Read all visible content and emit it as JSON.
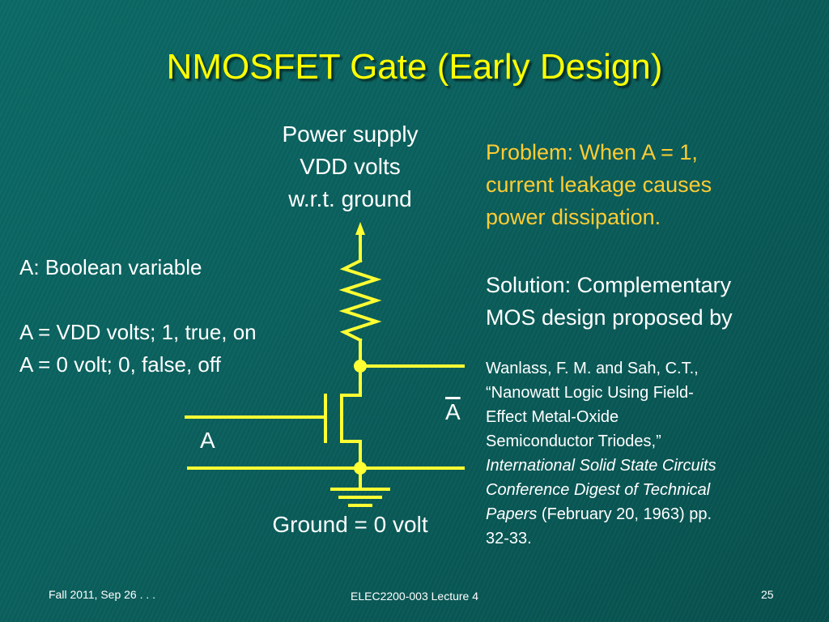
{
  "title": "NMOSFET Gate (Early Design)",
  "power_supply": {
    "line1": "Power supply",
    "line2": "VDD volts",
    "line3": "w.r.t. ground"
  },
  "boolean": {
    "line1": "A: Boolean variable",
    "line2": "A = VDD volts; 1, true, on",
    "line3": "A = 0 volt; 0, false, off"
  },
  "problem": {
    "line1": "Problem: When A = 1,",
    "line2": "current leakage causes",
    "line3": "power dissipation."
  },
  "solution": {
    "line1": "Solution: Complementary",
    "line2": "MOS design proposed by"
  },
  "citation": {
    "line1": "Wanlass, F. M. and Sah, C.T.,",
    "line2": "“Nanowatt Logic Using Field-",
    "line3": "Effect Metal-Oxide",
    "line4": "Semiconductor Triodes,”",
    "line5": "International Solid State Circuits",
    "line6": "Conference Digest of Technical",
    "line7_italic": "Papers",
    "line7_rest": " (February 20, 1963) pp.",
    "line8": "32-33."
  },
  "circuit": {
    "input_label": "A",
    "output_label": "A",
    "ground_label": "Ground = 0 volt",
    "wire_color": "#ffff33"
  },
  "footer": {
    "left": "Fall 2011, Sep 26 . . .",
    "center": "ELEC2200-003 Lecture 4",
    "right": "25"
  },
  "colors": {
    "background": "#0a5f5c",
    "title": "#ffff00",
    "problem_text": "#ffcc33",
    "body_text": "#ffffff"
  }
}
